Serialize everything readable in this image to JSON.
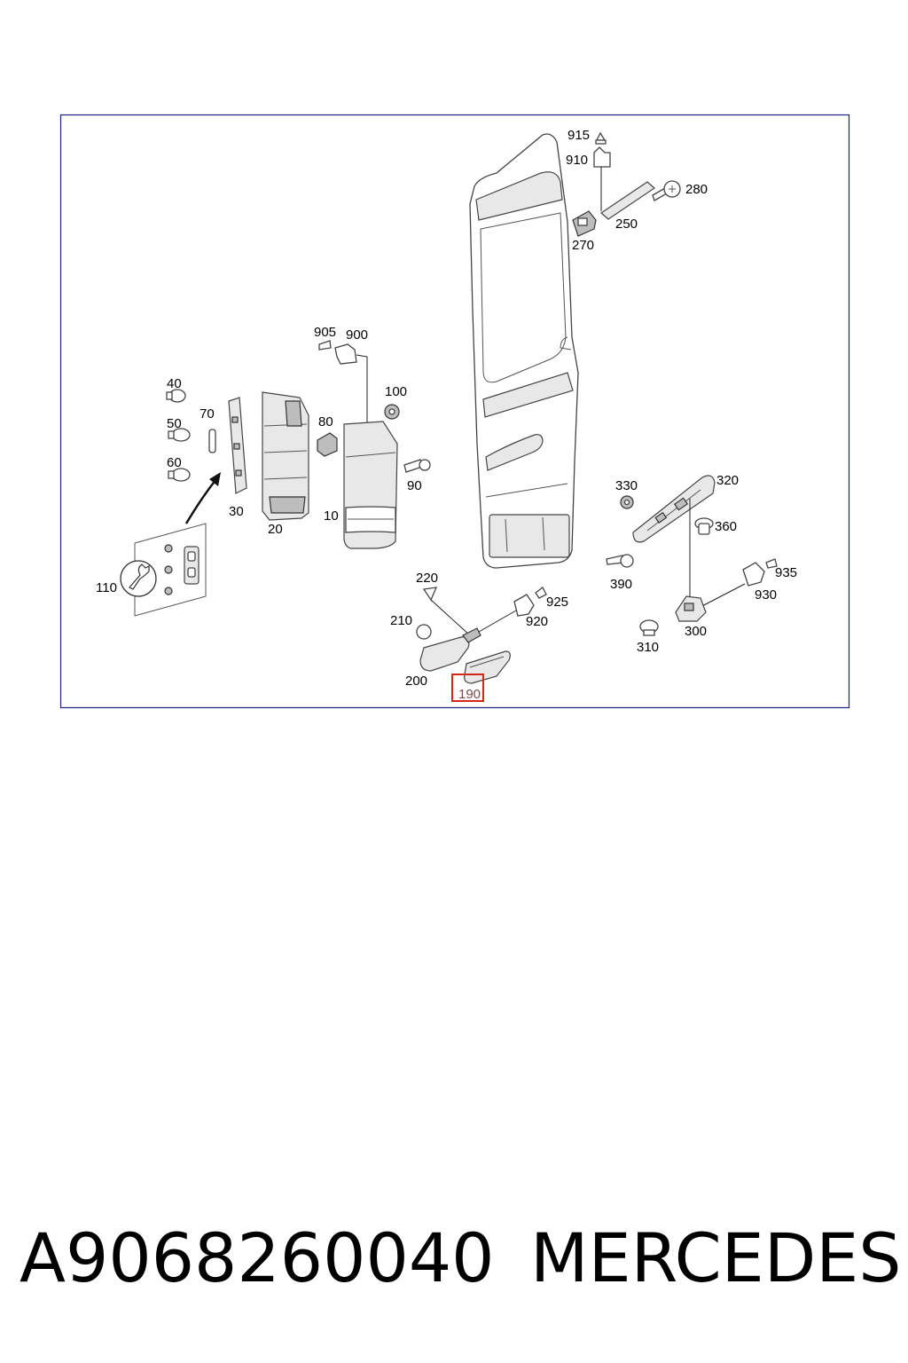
{
  "diagram": {
    "callouts": {
      "c915": "915",
      "c910": "910",
      "c280": "280",
      "c250": "250",
      "c270": "270",
      "c905": "905",
      "c900": "900",
      "c100": "100",
      "c80": "80",
      "c90": "90",
      "c40": "40",
      "c70": "70",
      "c50": "50",
      "c60": "60",
      "c30": "30",
      "c20": "20",
      "c10": "10",
      "c330": "330",
      "c320": "320",
      "c360": "360",
      "c390": "390",
      "c935": "935",
      "c930": "930",
      "c110": "110",
      "c220": "220",
      "c925": "925",
      "c210": "210",
      "c920": "920",
      "c300": "300",
      "c310": "310",
      "c200": "200",
      "c190": "190"
    },
    "highlighted_callout": "190",
    "highlight_color": "#d9261c",
    "frame_color": "#1a237e",
    "icons": [
      "wrench-icon"
    ]
  },
  "footer": {
    "part_number": "A9068260040",
    "brand": "MERCEDES"
  }
}
